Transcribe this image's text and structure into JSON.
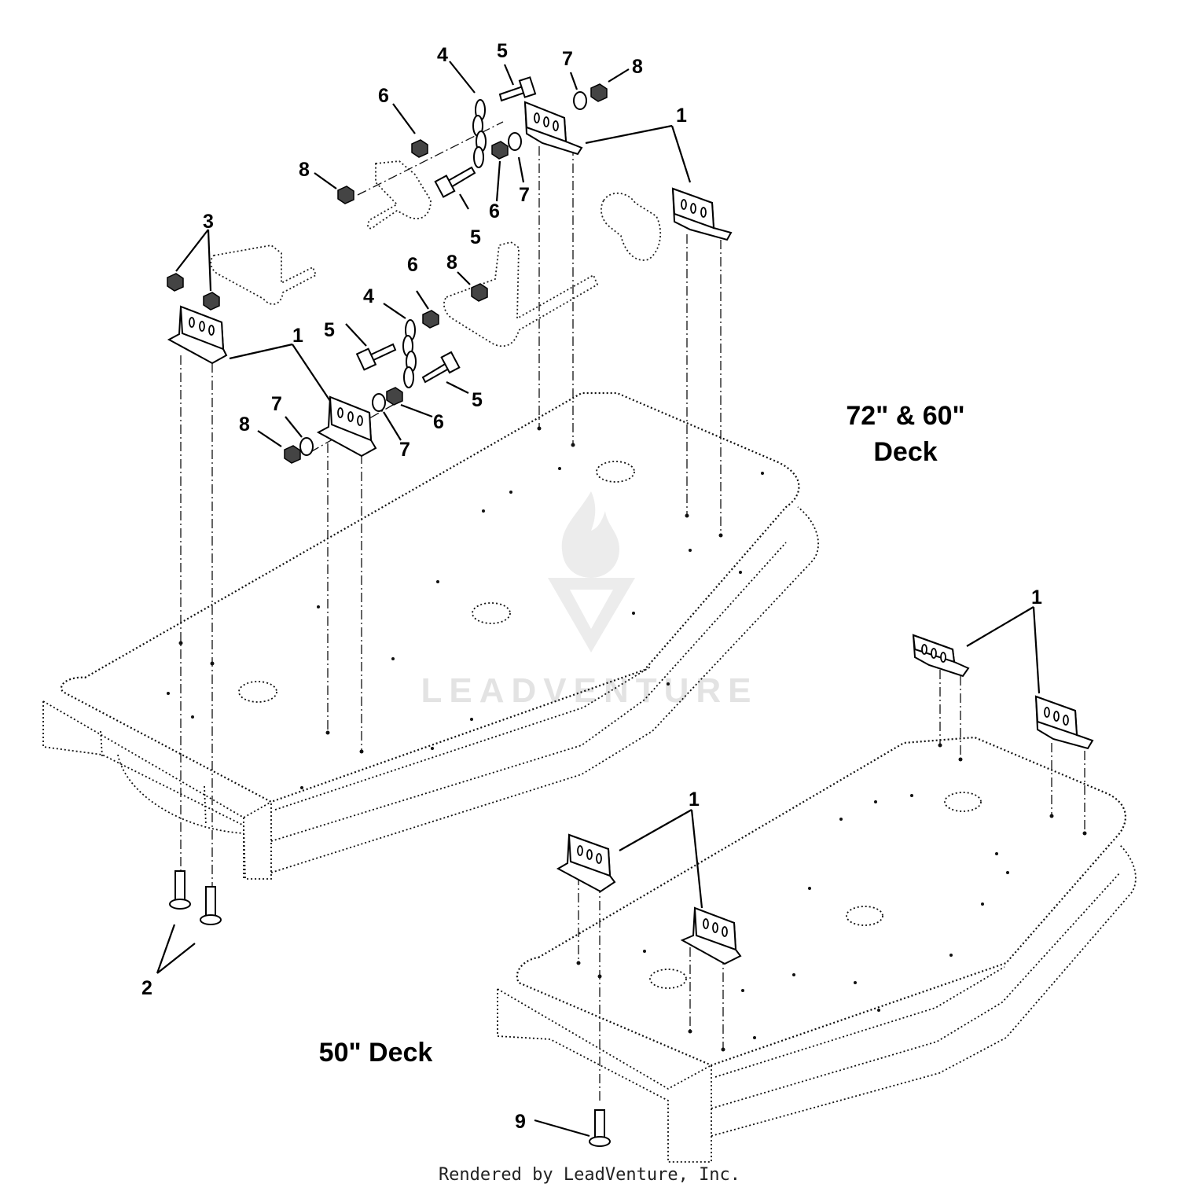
{
  "diagram": {
    "deck_labels": {
      "large_line1": "72\" & 60\"",
      "large_line2": "Deck",
      "small": "50\" Deck"
    },
    "callouts": [
      "1",
      "1",
      "1",
      "1",
      "2",
      "3",
      "4",
      "4",
      "5",
      "5",
      "5",
      "5",
      "6",
      "6",
      "6",
      "6",
      "7",
      "7",
      "7",
      "7",
      "8",
      "8",
      "8",
      "8",
      "9"
    ],
    "watermark": "LEADVENTURE",
    "footer": "Rendered by LeadVenture, Inc."
  }
}
